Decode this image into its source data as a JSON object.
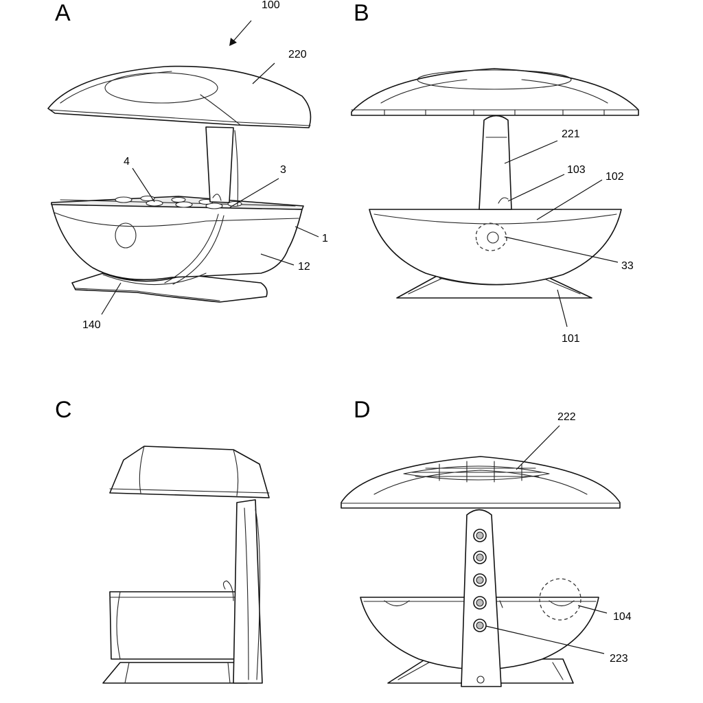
{
  "panels": {
    "a": {
      "letter": "A"
    },
    "b": {
      "letter": "B"
    },
    "c": {
      "letter": "C"
    },
    "d": {
      "letter": "D"
    }
  },
  "refs": {
    "r100": "100",
    "r220": "220",
    "r4": "4",
    "r3": "3",
    "r1": "1",
    "r12": "12",
    "r140": "140",
    "r221": "221",
    "r103": "103",
    "r102": "102",
    "r33": "33",
    "r101": "101",
    "r222": "222",
    "r104": "104",
    "r223": "223"
  }
}
